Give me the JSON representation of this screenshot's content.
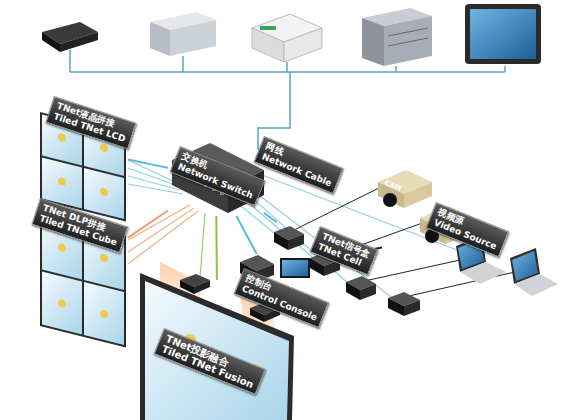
{
  "diagram": {
    "nodes": [
      {
        "text": [
          "TNet液晶拼接",
          "Tiled TNet LCD"
        ]
      },
      {
        "text": [
          "TNet DLP拼接",
          "Tiled TNet Cube"
        ]
      },
      {
        "text": [
          "交换机",
          "Network Switch"
        ]
      },
      {
        "text": [
          "TNet信号盒",
          "TNet Cell"
        ]
      },
      {
        "text": [
          "视频源",
          "Video Source"
        ]
      },
      {
        "text": [
          "控制台",
          "Control Console"
        ]
      },
      {
        "text": [
          "TNet投影融合",
          "Tiled TNet Fusion"
        ]
      }
    ],
    "edges": [
      {
        "from": 2,
        "to": 0,
        "arrow": "none"
      },
      {
        "from": 2,
        "to": 1,
        "arrow": "none"
      },
      {
        "from": 2,
        "to": 6,
        "arrow": "none"
      },
      {
        "from": 2,
        "to": 3,
        "arrow": "none"
      },
      {
        "from": 2,
        "to": 5,
        "arrow": "none"
      },
      {
        "from": 3,
        "to": 4,
        "arrow": "none"
      }
    ],
    "labels": [
      "网线",
      "Network Cable",
      "CAM"
    ]
  }
}
